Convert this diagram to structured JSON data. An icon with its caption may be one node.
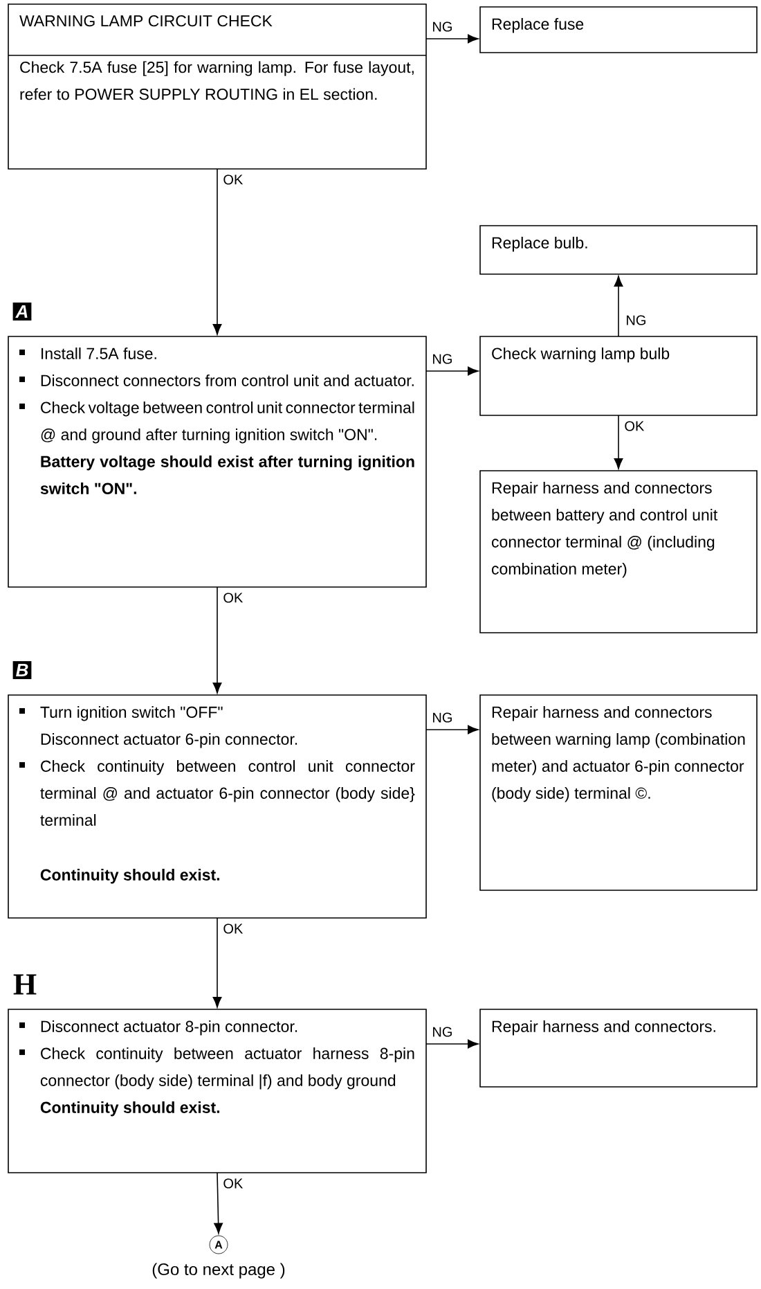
{
  "diagram": {
    "nodes": [
      {
        "text": [
          "WARNING LAMP CIRCUIT CHECK",
          "Check 7.5A fuse [25] for warning lamp. For fuse layout, refer to POWER SUPPLY ROUTING in EL section."
        ]
      },
      {
        "text": [
          "Replace fuse"
        ]
      },
      {
        "text": [
          "Replace bulb."
        ]
      },
      {
        "text": [
          "Install 7.5A fuse.",
          "Disconnect connectors from control unit and actuator.",
          "Check voltage between control unit connector terminal @ and ground after turning ignition switch \"ON\".",
          "Battery voltage should exist after turning ignition switch \"ON\"."
        ],
        "beside": [
          "A"
        ]
      },
      {
        "text": [
          "Check warning lamp bulb"
        ]
      },
      {
        "text": [
          "Repair harness and connectors between battery and control unit connector terminal @ (including combination meter)"
        ]
      },
      {
        "text": [
          "Turn ignition switch \"OFF\"",
          "Disconnect actuator 6-pin connector.",
          "Check continuity between control unit connector terminal @ and actuator 6-pin connector (body side} terminal",
          "Continuity should exist."
        ],
        "beside": [
          "B"
        ]
      },
      {
        "text": [
          "Repair harness and connectors between warning lamp (combination meter) and actuator 6-pin connector (body side) terminal ©."
        ]
      },
      {
        "text": [
          "Disconnect actuator 8-pin connector.",
          "Check continuity between actuator harness 8-pin connector (body side) terminal |f) and body ground",
          "Continuity should exist."
        ],
        "beside": [
          "H"
        ]
      },
      {
        "text": [
          "Repair harness and connectors."
        ]
      },
      {
        "text": [
          "A"
        ],
        "beside": [
          "(Go to next page )"
        ]
      }
    ],
    "edges": [
      {
        "from": 0,
        "to": 1,
        "arrow": "to",
        "label": "NG"
      },
      {
        "from": 0,
        "to": 3,
        "arrow": "to",
        "label": "OK"
      },
      {
        "from": 3,
        "to": 4,
        "arrow": "to",
        "label": "NG"
      },
      {
        "from": 4,
        "to": 2,
        "arrow": "to",
        "label": "NG"
      },
      {
        "from": 4,
        "to": 5,
        "arrow": "to",
        "label": "OK"
      },
      {
        "from": 3,
        "to": 6,
        "arrow": "to",
        "label": "OK"
      },
      {
        "from": 6,
        "to": 7,
        "arrow": "to",
        "label": "NG"
      },
      {
        "from": 6,
        "to": 8,
        "arrow": "to",
        "label": "OK"
      },
      {
        "from": 8,
        "to": 9,
        "arrow": "to",
        "label": "NG"
      },
      {
        "from": 8,
        "to": 10,
        "arrow": "to",
        "label": "OK"
      }
    ]
  }
}
